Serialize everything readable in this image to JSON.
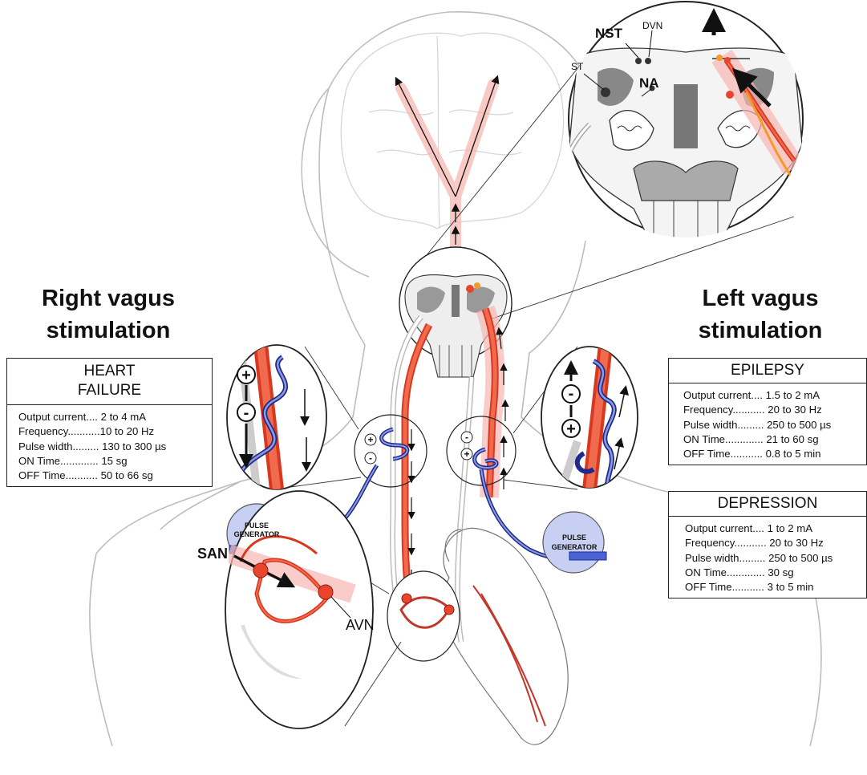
{
  "titles": {
    "right": [
      "Right vagus",
      "stimulation"
    ],
    "left": [
      "Left vagus",
      "stimulation"
    ]
  },
  "boxes": {
    "heart_failure": {
      "heading": [
        "HEART",
        "FAILURE"
      ],
      "rows": [
        "Output current.... 2 to 4 mA",
        "Frequency...........10 to 20 Hz",
        "Pulse width......... 130 to 300 µs",
        "ON Time............. 15 sg",
        "OFF Time........... 50 to 66 sg"
      ]
    },
    "epilepsy": {
      "heading": "EPILEPSY",
      "rows": [
        "Output current.... 1.5 to 2 mA",
        "Frequency........... 20 to 30 Hz",
        "Pulse width......... 250 to 500 µs",
        "ON Time............. 21 to 60 sg",
        "OFF Time........... 0.8 to 5 min"
      ]
    },
    "depression": {
      "heading": "DEPRESSION",
      "rows": [
        "Output current.... 1 to 2 mA",
        "Frequency........... 20 to 30 Hz",
        "Pulse width......... 250 to 500 µs",
        "ON Time.............  30 sg",
        "OFF Time........... 3 to 5 min"
      ]
    }
  },
  "brainstem_labels": {
    "nst": "NST",
    "dvn": "DVN",
    "st": "ST",
    "na": "NA"
  },
  "heart_labels": {
    "san": "SAN",
    "avn": "AVN"
  },
  "pulse_generator": [
    "PULSE",
    "GENERATOR"
  ],
  "electrode_signs": {
    "plus": "+",
    "minus": "-"
  },
  "colors": {
    "nerve_red": "#e8452c",
    "nerve_glow": "#f7b7b2",
    "lead_blue": "#1f2a8c",
    "lead_light": "#8a9be0",
    "generator_fill": "#c7cff2",
    "outline_gray": "#b8b8b8"
  }
}
